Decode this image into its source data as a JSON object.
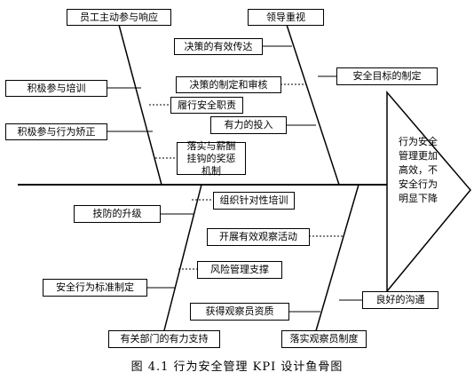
{
  "caption": "图 4.1   行为安全管理 KPI 设计鱼骨图",
  "head": {
    "text": "行为安全管理更加高效，不安全行为明显下降"
  },
  "categories": {
    "top_left": "员工主动参与响应",
    "top_right": "领导重视",
    "bottom_left": "有关部门的有力支持",
    "bottom_right": "落实观察员制度"
  },
  "causes": {
    "active_training": "积极参与培训",
    "active_correction": "积极参与行为矫正",
    "fulfill_duty": "履行安全职责",
    "rewards_punishments": "落实与薪酬挂钩的奖惩机制",
    "decision_delivery": "决策的有效传达",
    "decision_review": "决策的制定和审核",
    "safety_goal": "安全目标的制定",
    "strong_input": "有力的投入",
    "targeted_training": "组织针对性培训",
    "tech_upgrade": "技防的升级",
    "observation_activity": "开展有效观察活动",
    "risk_support": "风险管理支撑",
    "behavior_standard": "安全行为标准制定",
    "observer_qualification": "获得观察员资质",
    "good_communication": "良好的沟通"
  }
}
